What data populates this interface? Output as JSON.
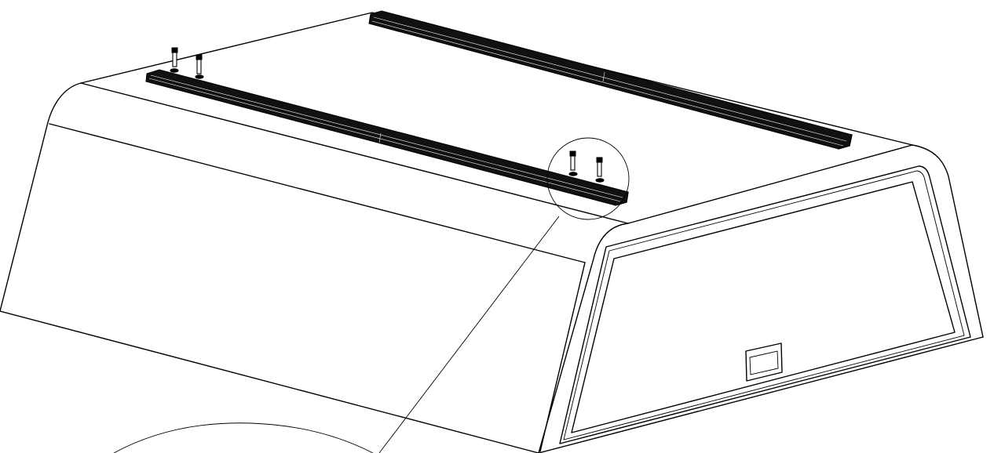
{
  "diagram": {
    "subject": "truck-cap-roof-rail-installation",
    "parts": [
      {
        "id": "cap-shell"
      },
      {
        "id": "front-roof-rail"
      },
      {
        "id": "rear-roof-rail"
      },
      {
        "id": "mounting-bolts",
        "count": 4
      },
      {
        "id": "rear-window-frame"
      },
      {
        "id": "tail-latch-handle"
      },
      {
        "id": "detail-callout-circle"
      },
      {
        "id": "detail-magnified-circle"
      }
    ],
    "colors": {
      "line": "#000000",
      "background": "#ffffff",
      "rail_fill": "#111111"
    }
  }
}
